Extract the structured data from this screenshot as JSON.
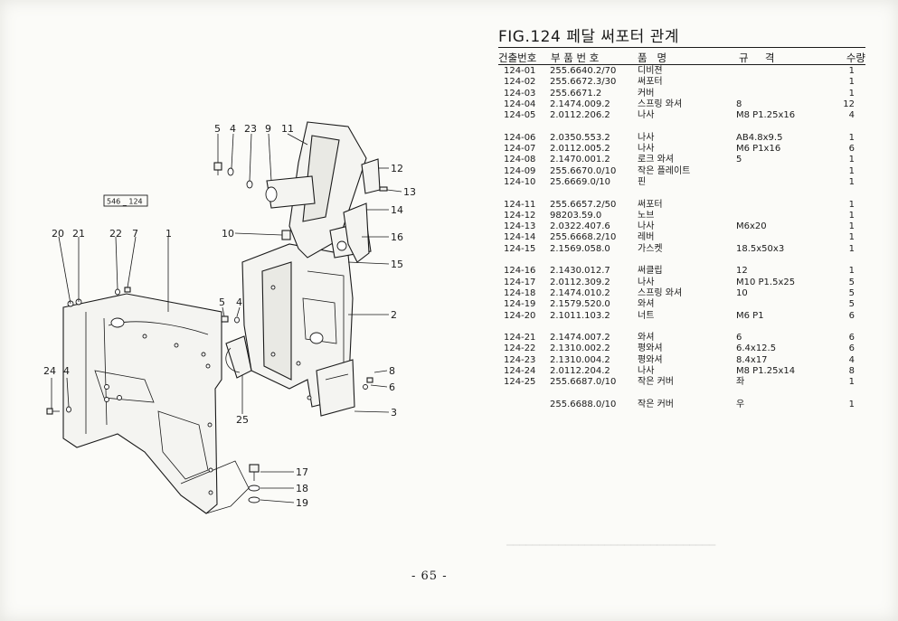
{
  "figure": {
    "title": "FIG.124 페달 써포터 관계",
    "stamp": "546 _ 124",
    "callouts": [
      "5",
      "4",
      "23",
      "9",
      "11",
      "12",
      "13",
      "14",
      "16",
      "15",
      "10",
      "20",
      "21",
      "22",
      "7",
      "1",
      "2",
      "5",
      "4",
      "8",
      "6",
      "3",
      "24",
      "4",
      "25",
      "17",
      "18",
      "19"
    ]
  },
  "table": {
    "headers": {
      "ref": "건출번호",
      "part_no": "부 품 번 호",
      "name": "품   명",
      "spec": "규     격",
      "qty": "수량"
    },
    "rows": [
      {
        "ref": "124-01",
        "part_no": "255.6640.2/70",
        "name": "디비젼",
        "spec": "",
        "qty": "1"
      },
      {
        "ref": "124-02",
        "part_no": "255.6672.3/30",
        "name": "써포터",
        "spec": "",
        "qty": "1"
      },
      {
        "ref": "124-03",
        "part_no": "255.6671.2",
        "name": "커버",
        "spec": "",
        "qty": "1"
      },
      {
        "ref": "124-04",
        "part_no": "2.1474.009.2",
        "name": "스프링 와셔",
        "spec": "8",
        "qty": "12"
      },
      {
        "ref": "124-05",
        "part_no": "2.0112.206.2",
        "name": "나사",
        "spec": "M8 P1.25x16",
        "qty": "4"
      },
      {
        "ref": "124-06",
        "part_no": "2.0350.553.2",
        "name": "나사",
        "spec": "AB4.8x9.5",
        "qty": "1",
        "gap": true
      },
      {
        "ref": "124-07",
        "part_no": "2.0112.005.2",
        "name": "나사",
        "spec": "M6 P1x16",
        "qty": "6"
      },
      {
        "ref": "124-08",
        "part_no": "2.1470.001.2",
        "name": "로크 와셔",
        "spec": "5",
        "qty": "1"
      },
      {
        "ref": "124-09",
        "part_no": "255.6670.0/10",
        "name": "작은 플레이트",
        "spec": "",
        "qty": "1"
      },
      {
        "ref": "124-10",
        "part_no": "25.6669.0/10",
        "name": "핀",
        "spec": "",
        "qty": "1"
      },
      {
        "ref": "124-11",
        "part_no": "255.6657.2/50",
        "name": "써포터",
        "spec": "",
        "qty": "1",
        "gap": true
      },
      {
        "ref": "124-12",
        "part_no": "98203.59.0",
        "name": "노브",
        "spec": "",
        "qty": "1"
      },
      {
        "ref": "124-13",
        "part_no": "2.0322.407.6",
        "name": "나사",
        "spec": "M6x20",
        "qty": "1"
      },
      {
        "ref": "124-14",
        "part_no": "255.6668.2/10",
        "name": "레버",
        "spec": "",
        "qty": "1"
      },
      {
        "ref": "124-15",
        "part_no": "2.1569.058.0",
        "name": "가스켓",
        "spec": "18.5x50x3",
        "qty": "1"
      },
      {
        "ref": "124-16",
        "part_no": "2.1430.012.7",
        "name": "써클립",
        "spec": "12",
        "qty": "1",
        "gap": true
      },
      {
        "ref": "124-17",
        "part_no": "2.0112.309.2",
        "name": "나사",
        "spec": "M10 P1.5x25",
        "qty": "5"
      },
      {
        "ref": "124-18",
        "part_no": "2.1474.010.2",
        "name": "스프링 와셔",
        "spec": "10",
        "qty": "5"
      },
      {
        "ref": "124-19",
        "part_no": "2.1579.520.0",
        "name": "와셔",
        "spec": "",
        "qty": "5"
      },
      {
        "ref": "124-20",
        "part_no": "2.1011.103.2",
        "name": "너트",
        "spec": "M6 P1",
        "qty": "6"
      },
      {
        "ref": "124-21",
        "part_no": "2.1474.007.2",
        "name": "와셔",
        "spec": "6",
        "qty": "6",
        "gap": true
      },
      {
        "ref": "124-22",
        "part_no": "2.1310.002.2",
        "name": "평와셔",
        "spec": "6.4x12.5",
        "qty": "6"
      },
      {
        "ref": "124-23",
        "part_no": "2.1310.004.2",
        "name": "평와셔",
        "spec": "8.4x17",
        "qty": "4"
      },
      {
        "ref": "124-24",
        "part_no": "2.0112.204.2",
        "name": "나사",
        "spec": "M8 P1.25x14",
        "qty": "8"
      },
      {
        "ref": "124-25",
        "part_no": "255.6687.0/10",
        "name": "작은 커버",
        "spec": "좌",
        "qty": "1"
      },
      {
        "ref": "",
        "part_no": "255.6688.0/10",
        "name": "작은 커버",
        "spec": "우",
        "qty": "1",
        "gap": true
      }
    ]
  },
  "page_number": "- 65 -"
}
